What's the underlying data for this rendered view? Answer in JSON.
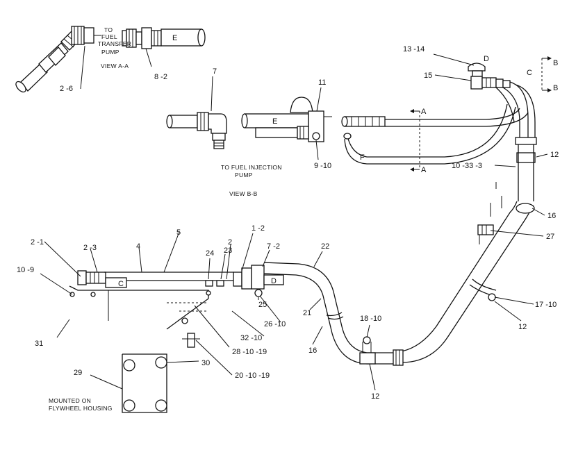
{
  "notes": {
    "to_fuel_transfer": [
      "TO",
      "FUEL",
      "TRANSFER",
      "PUMP"
    ],
    "view_a": "VIEW A-A",
    "to_fuel_injection": [
      "TO FUEL INJECTION",
      "PUMP"
    ],
    "view_b": "VIEW B-B",
    "mounted": [
      "MOUNTED ON",
      "FLYWHEEL HOUSING"
    ]
  },
  "section_letters": {
    "a_top": "A",
    "a_bottom": "A",
    "b_top": "B",
    "b_bottom": "B"
  },
  "hose_letters": {
    "e1": "E",
    "e2": "E",
    "c1": "C",
    "c2": "C",
    "d1": "D",
    "d2": "D",
    "f1": "F"
  },
  "callouts": {
    "c_2_6": "2 -6",
    "c_8_2": "8 -2",
    "c_7": "7",
    "c_11": "11",
    "c_9_10": "9 -10",
    "c_13_14": "13 -14",
    "c_15": "15",
    "c_12a": "12",
    "c_10_33_3": "10 -33 -3",
    "c_16a": "16",
    "c_27": "27",
    "c_17_10": "17 -10",
    "c_12b": "12",
    "c_12c": "12",
    "c_18_10": "18 -10",
    "c_22": "22",
    "c_21": "21",
    "c_16b": "16",
    "c_2_1": "2 -1",
    "c_2_3": "2 -3",
    "c_4": "4",
    "c_5": "5",
    "c_10_9": "10 -9",
    "c_31": "31",
    "c_24": "24",
    "c_23": "23",
    "c_2": "2",
    "c_1_2": "1 -2",
    "c_7_2": "7 -2",
    "c_25": "25",
    "c_26_10": "26 -10",
    "c_32_10": "32 -10",
    "c_28_10_19": "28 -10 -19",
    "c_20_10_19": "20 -10 -19",
    "c_30": "30",
    "c_29": "29"
  }
}
